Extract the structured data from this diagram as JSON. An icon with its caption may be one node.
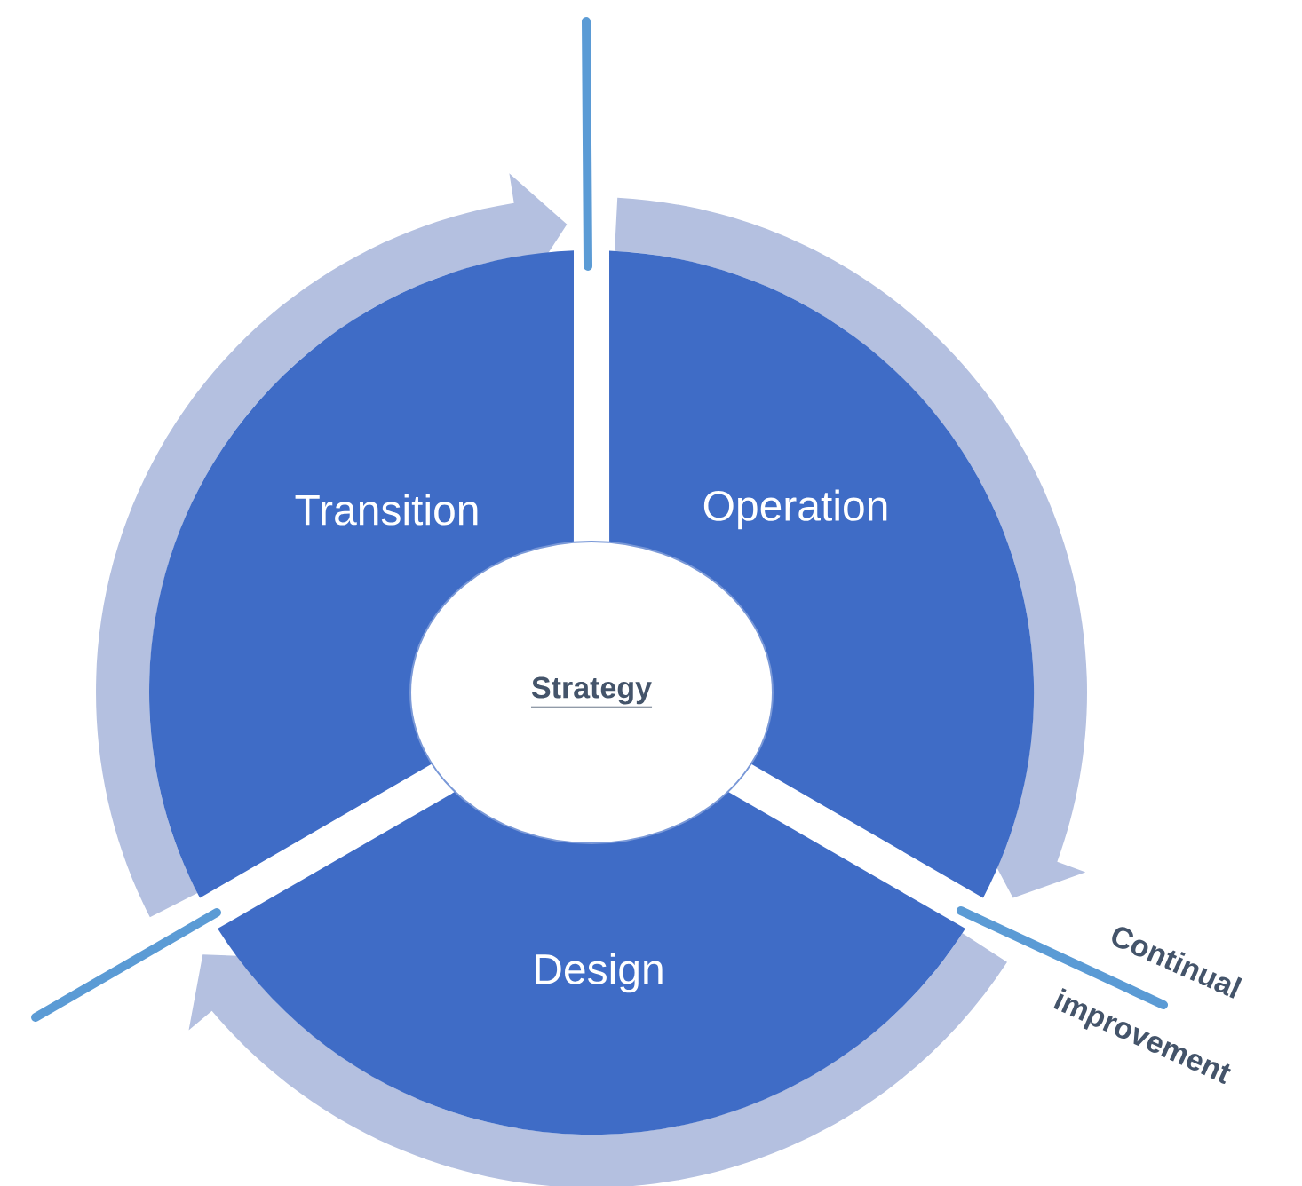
{
  "diagram": {
    "nodes": [
      {
        "text": [
          "Transition"
        ]
      },
      {
        "text": [
          "Operation"
        ]
      },
      {
        "text": [
          "Design"
        ]
      },
      {
        "text": [
          "Strategy"
        ]
      }
    ],
    "labels": [
      "Continual improvement"
    ]
  }
}
